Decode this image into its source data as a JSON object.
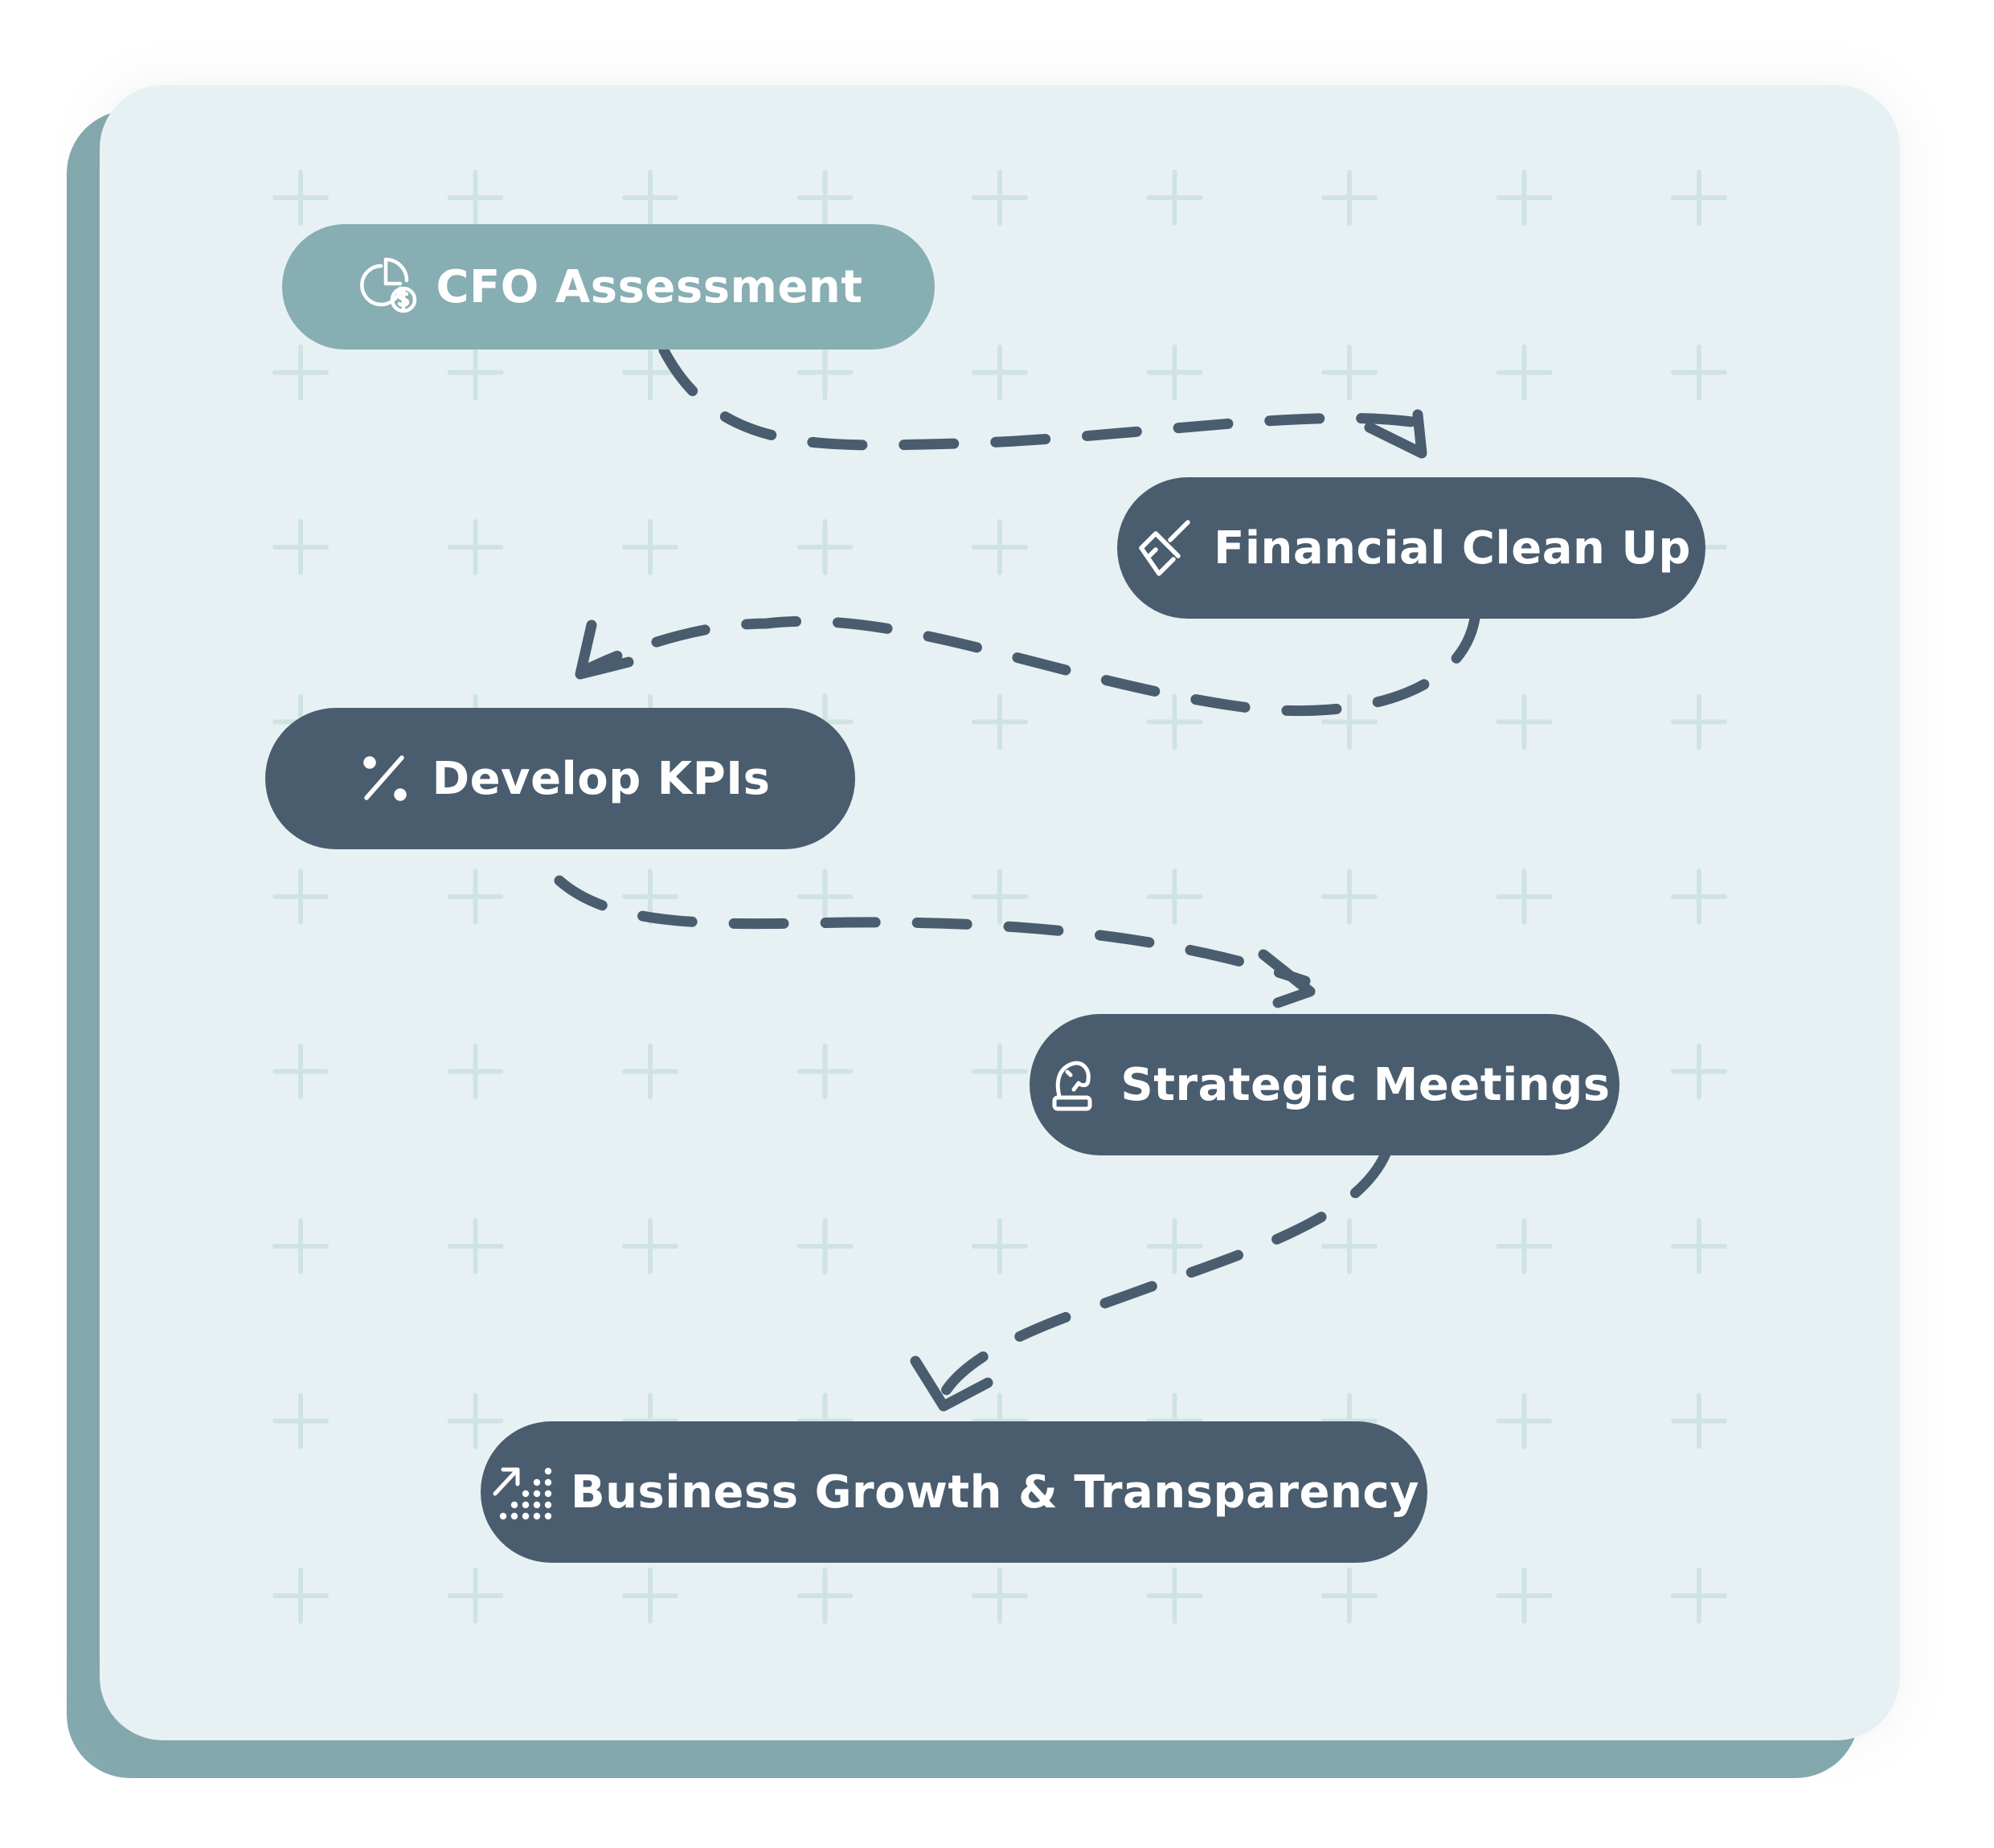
{
  "diagram": {
    "type": "process-flow",
    "steps": [
      {
        "id": "step-1",
        "label": "CFO Assessment",
        "icon": "pie-chart-dollar-icon"
      },
      {
        "id": "step-2",
        "label": "Financial Clean Up",
        "icon": "broom-icon"
      },
      {
        "id": "step-3",
        "label": "Develop KPIs",
        "icon": "percent-icon"
      },
      {
        "id": "step-4",
        "label": "Strategic Meetings",
        "icon": "chess-knight-icon"
      },
      {
        "id": "step-5",
        "label": "Business Growth & Transparency",
        "icon": "growth-arrow-dots-icon"
      }
    ],
    "connections": [
      {
        "from": "step-1",
        "to": "step-2",
        "style": "dashed-curved-arrow"
      },
      {
        "from": "step-2",
        "to": "step-3",
        "style": "dashed-curved-arrow"
      },
      {
        "from": "step-3",
        "to": "step-4",
        "style": "dashed-curved-arrow"
      },
      {
        "from": "step-4",
        "to": "step-5",
        "style": "dashed-curved-arrow"
      }
    ]
  },
  "colors": {
    "card_background": "#e7f1f3",
    "card_shadow": "#84a9ae",
    "step_fill": "#4a5d6f",
    "first_step_fill": "#87aeb2",
    "connector": "#4a5d6f",
    "grid_plus": "#cfe3e3",
    "text": "#ffffff"
  }
}
